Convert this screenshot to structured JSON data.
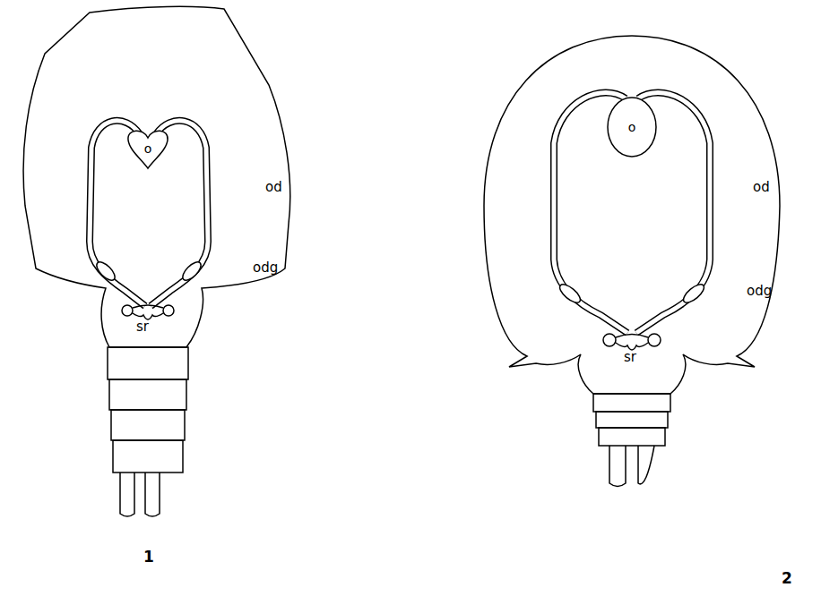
{
  "diagram": {
    "nodes": [
      {
        "text": [
          "o"
        ]
      },
      {
        "text": [
          "o"
        ]
      }
    ],
    "labels": [
      "od",
      "odg",
      "sr",
      "od",
      "odg",
      "sr",
      "1",
      "2"
    ]
  }
}
